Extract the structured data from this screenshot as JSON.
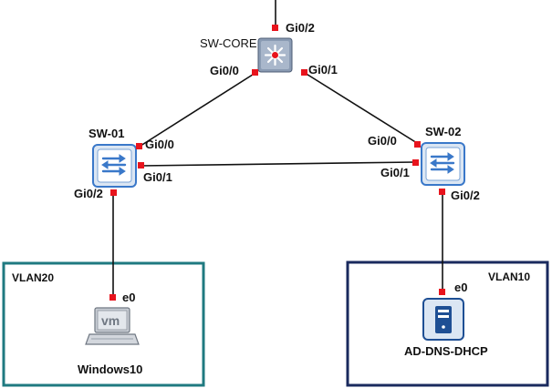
{
  "devices": {
    "core": {
      "name": "SW-CORE",
      "icon": "layer3-switch-icon",
      "ports": {
        "up": "Gi0/2",
        "left": "Gi0/0",
        "right": "Gi0/1"
      }
    },
    "sw01": {
      "name": "SW-01",
      "icon": "switch-icon",
      "ports": {
        "top": "Gi0/0",
        "right": "Gi0/1",
        "bottom": "Gi0/2"
      }
    },
    "sw02": {
      "name": "SW-02",
      "icon": "switch-icon",
      "ports": {
        "top": "Gi0/0",
        "left": "Gi0/1",
        "bottom": "Gi0/2"
      }
    },
    "pc": {
      "name": "Windows10",
      "icon": "vm-laptop-icon",
      "screen_text": "vm",
      "port": "e0"
    },
    "server": {
      "name": "AD-DNS-DHCP",
      "icon": "server-icon",
      "port": "e0"
    }
  },
  "vlans": {
    "left": {
      "label": "VLAN20",
      "color": "#1f7a80"
    },
    "right": {
      "label": "VLAN10",
      "color": "#1a2a5e"
    }
  },
  "colors": {
    "port": "#e8141d",
    "switch_blue": "#3a78c9",
    "link": "#111111"
  }
}
